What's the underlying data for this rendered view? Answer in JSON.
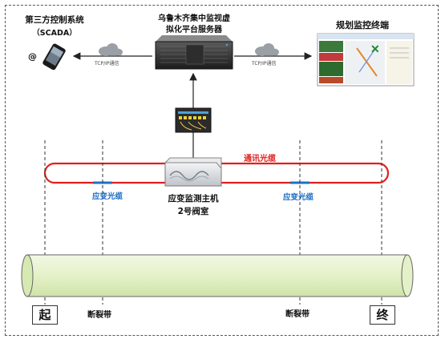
{
  "scada": {
    "title": "第三方控制系统",
    "subtitle": "（SCADA）",
    "at_symbol": "@"
  },
  "server": {
    "title_line1": "乌鲁木齐集中监视虚",
    "title_line2": "拟化平台服务器"
  },
  "terminal": {
    "title": "规划监控终端"
  },
  "links": {
    "left_protocol": "TCP/IP通信",
    "right_protocol": "TCP/IP通信"
  },
  "fiber": {
    "comm_cable": "通讯光缆",
    "strain_cable_left": "应变光缆",
    "strain_cable_right": "应变光缆"
  },
  "host": {
    "line1": "应变监测主机",
    "line2": "2号阀室"
  },
  "pipeline": {
    "start": "起",
    "end": "终",
    "fault_left": "断裂带",
    "fault_right": "断裂带"
  },
  "colors": {
    "comm_cable": "#e0201e",
    "strain_cable": "#1e6fc4",
    "pipe_fill": "#e4f1c8",
    "label_red": "#e0201e",
    "label_blue": "#1e6fc4"
  }
}
